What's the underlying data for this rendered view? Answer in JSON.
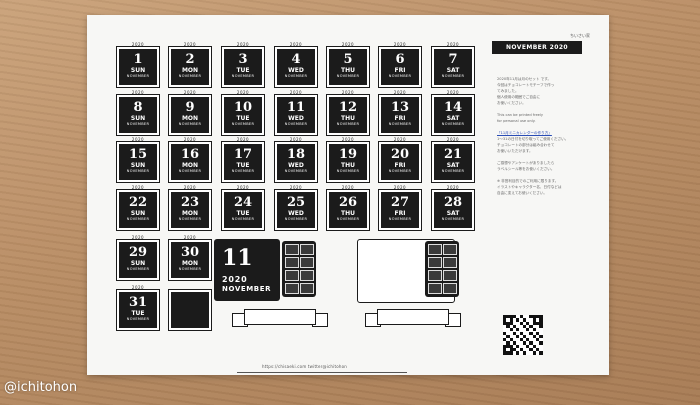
{
  "calendar": {
    "year": "2020",
    "month_label": "NOVEMBER",
    "title": "NOVEMBER 2020",
    "corner_label": "ちいさい家",
    "days": [
      {
        "num": "1",
        "dow": "SUN"
      },
      {
        "num": "2",
        "dow": "MON"
      },
      {
        "num": "3",
        "dow": "TUE"
      },
      {
        "num": "4",
        "dow": "WED"
      },
      {
        "num": "5",
        "dow": "THU"
      },
      {
        "num": "6",
        "dow": "FRI"
      },
      {
        "num": "7",
        "dow": "SAT"
      },
      {
        "num": "8",
        "dow": "SUN"
      },
      {
        "num": "9",
        "dow": "MON"
      },
      {
        "num": "10",
        "dow": "TUE"
      },
      {
        "num": "11",
        "dow": "WED"
      },
      {
        "num": "12",
        "dow": "THU"
      },
      {
        "num": "13",
        "dow": "FRI"
      },
      {
        "num": "14",
        "dow": "SAT"
      },
      {
        "num": "15",
        "dow": "SUN"
      },
      {
        "num": "16",
        "dow": "MON"
      },
      {
        "num": "17",
        "dow": "TUE"
      },
      {
        "num": "18",
        "dow": "WED"
      },
      {
        "num": "19",
        "dow": "THU"
      },
      {
        "num": "20",
        "dow": "FRI"
      },
      {
        "num": "21",
        "dow": "SAT"
      },
      {
        "num": "22",
        "dow": "SUN"
      },
      {
        "num": "23",
        "dow": "MON"
      },
      {
        "num": "24",
        "dow": "TUE"
      },
      {
        "num": "25",
        "dow": "WED"
      },
      {
        "num": "26",
        "dow": "THU"
      },
      {
        "num": "27",
        "dow": "FRI"
      },
      {
        "num": "28",
        "dow": "SAT"
      },
      {
        "num": "29",
        "dow": "SUN"
      },
      {
        "num": "30",
        "dow": "MON"
      },
      {
        "num": "31",
        "dow": "TUE"
      }
    ],
    "big_card": {
      "num": "11",
      "year": "2020",
      "month": "NOVEMBER"
    }
  },
  "notes": {
    "lines": [
      "2020年11月は月のセット です。",
      "今回はチョコレートモチーフで作っ",
      "てみました。",
      "個人使用の範囲でご自由に",
      "お使いください。",
      "This can be printed freely",
      "for personal use only.",
      "「11月ミニカレンダーの作り方」",
      "1〜31の日付を切り取ってご使用ください。",
      "チョコレートの部分は組み合わせて",
      "お使いいただけます。",
      "ご感想やアンケートがありましたら",
      "ラベルシール等をお使いください。",
      "※ 非営利目的でのご利用に限ります。",
      "イラストやキャラクター名、日付などは",
      "自由に変えてお使いください。"
    ],
    "link_line": "https://chisaeki.com  twitter@ichitohon"
  },
  "footer": {
    "text": "https://chisaeki.com   twitter@ichitohon"
  },
  "credit": "@ichitohon"
}
